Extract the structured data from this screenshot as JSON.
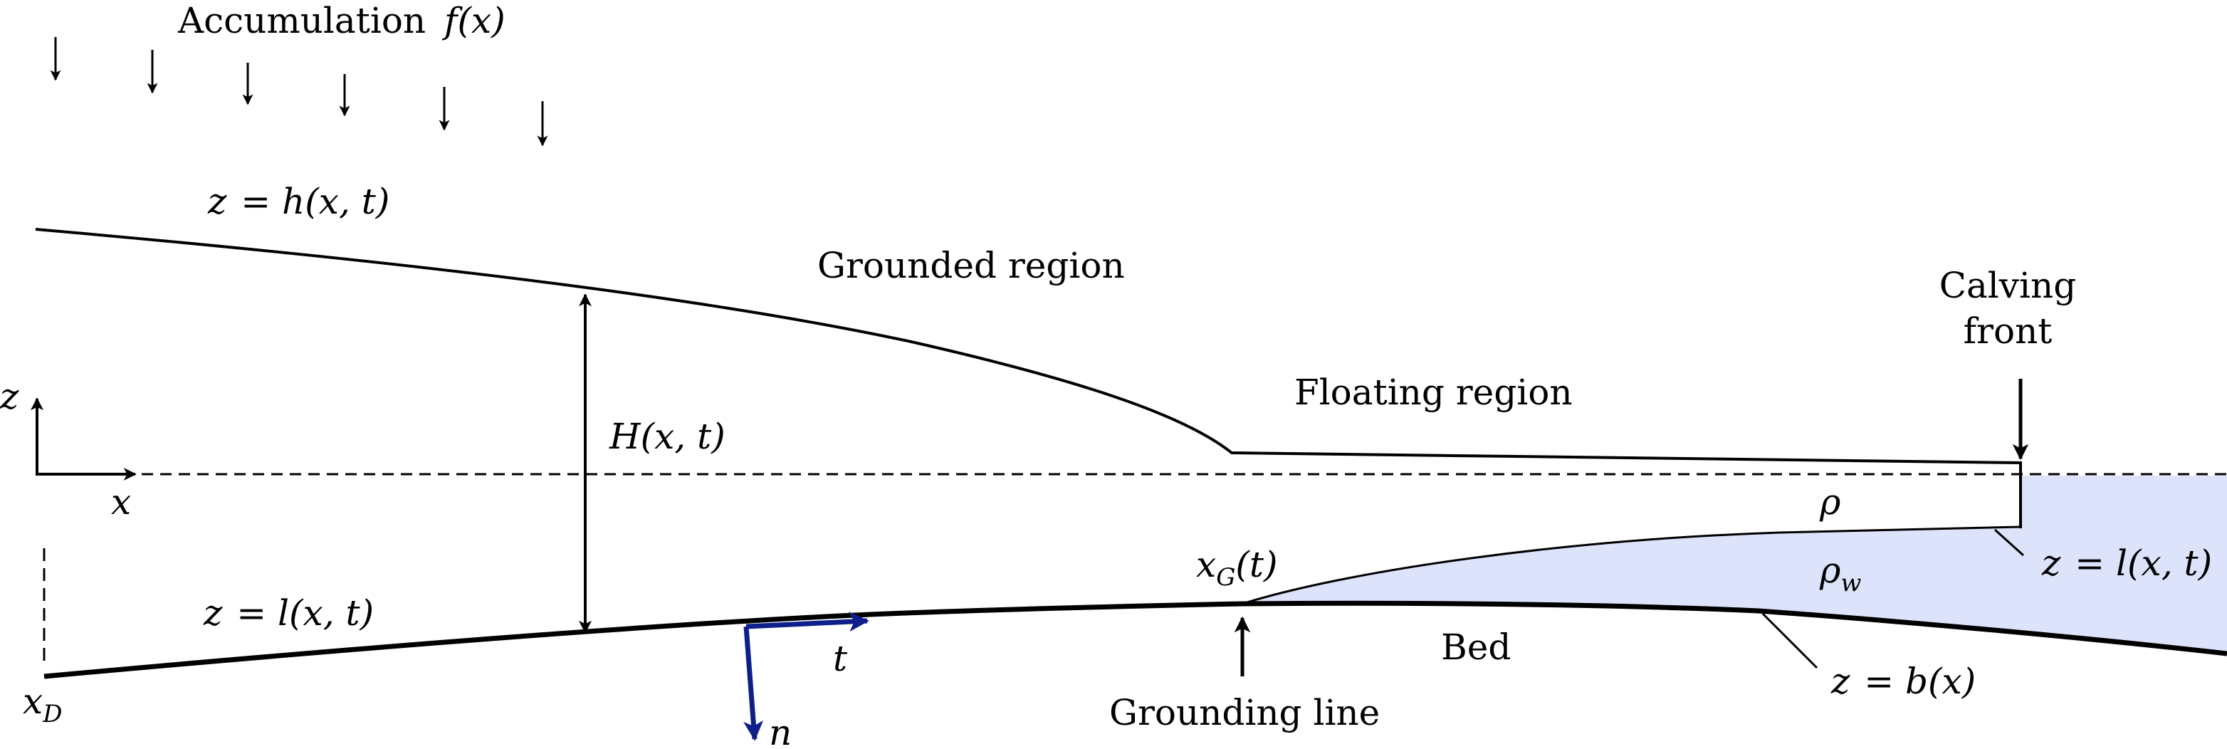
{
  "colors": {
    "stroke": "#000000",
    "water": "#dde3fb",
    "vectors": "#0f1f8a"
  },
  "labels": {
    "accumulation_word": "Accumulation",
    "accumulation_fx": "f(x)",
    "surface_z": "z",
    "surface_expr": "= h(x, t)",
    "grounded_region": "Grounded region",
    "floating_region": "Floating region",
    "calving_line1": "Calving",
    "calving_line2": "front",
    "axis_z": "z",
    "axis_x": "x",
    "thickness_H": "H(x, t)",
    "rho": "ρ",
    "rho_w_base": "ρ",
    "rho_w_sub": "w",
    "xg_base": "x",
    "xg_sub": "G",
    "xg_arg": "(t)",
    "base_left_z": "z",
    "base_left_expr": "= l(x, t)",
    "base_right_z": "z",
    "base_right_expr": "= l(x, t)",
    "bed": "Bed",
    "bed_z": "z",
    "bed_expr": "= b(x)",
    "grounding_line": "Grounding line",
    "xd_base": "x",
    "xd_sub": "D",
    "vec_t": "t",
    "vec_n": "n"
  },
  "icons": [
    "accumulation-arrow-icon",
    "axis-arrow-icon",
    "tangent-vector-icon",
    "normal-vector-icon"
  ]
}
